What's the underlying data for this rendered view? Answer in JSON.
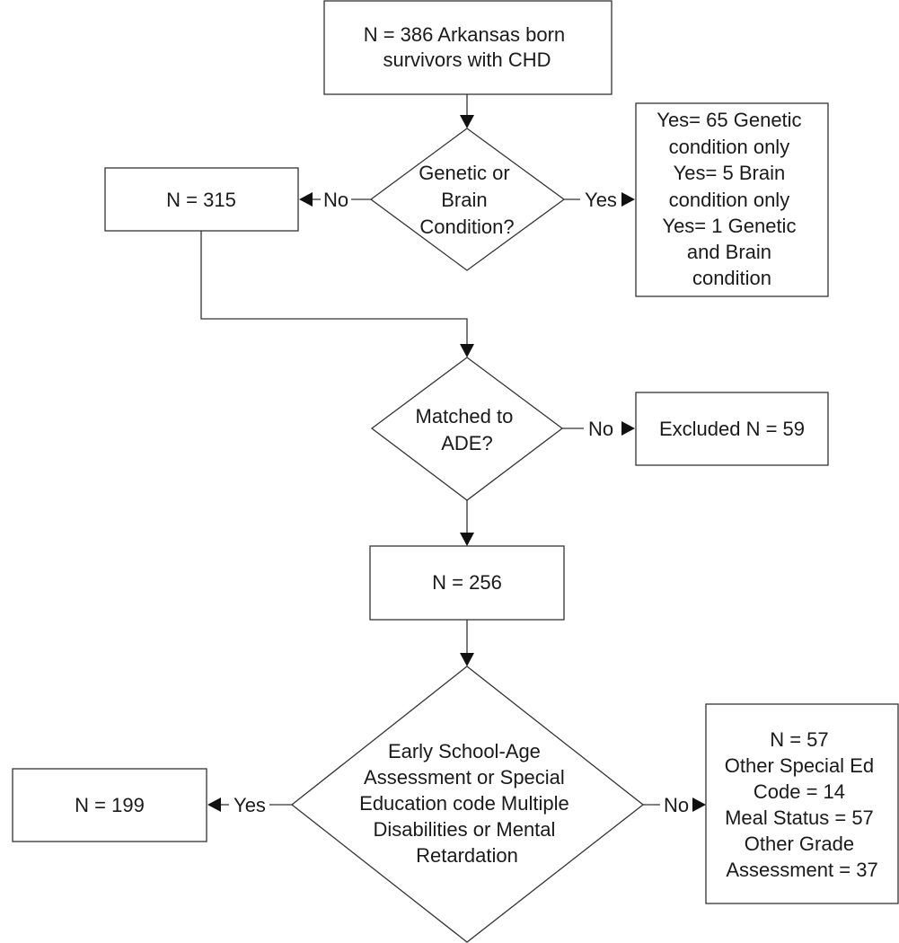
{
  "nodes": {
    "start": {
      "lines": [
        "N = 386 Arkansas born",
        "survivors with CHD"
      ]
    },
    "decision1": {
      "lines": [
        "Genetic or",
        "Brain",
        "Condition?"
      ]
    },
    "n315": {
      "lines": [
        "N = 315"
      ]
    },
    "yes_excluded": {
      "lines": [
        "Yes= 65 Genetic",
        "condition only",
        "Yes= 5 Brain",
        "condition only",
        "Yes= 1 Genetic",
        "and Brain",
        "condition"
      ]
    },
    "decision2": {
      "lines": [
        "Matched to",
        "ADE?"
      ]
    },
    "excluded59": {
      "lines": [
        "Excluded N = 59"
      ]
    },
    "n256": {
      "lines": [
        "N = 256"
      ]
    },
    "decision3": {
      "lines": [
        "Early School-Age",
        "Assessment or Special",
        "Education code Multiple",
        "Disabilities or Mental",
        "Retardation"
      ]
    },
    "n199": {
      "lines": [
        "N = 199"
      ]
    },
    "n57": {
      "lines": [
        "N = 57",
        "Other Special Ed",
        "Code = 14",
        "Meal Status = 57",
        "Other Grade",
        "Assessment = 37"
      ]
    }
  },
  "edge_labels": {
    "d1_no": "No",
    "d1_yes": "Yes",
    "d2_no": "No",
    "d3_yes": "Yes",
    "d3_no": "No"
  }
}
